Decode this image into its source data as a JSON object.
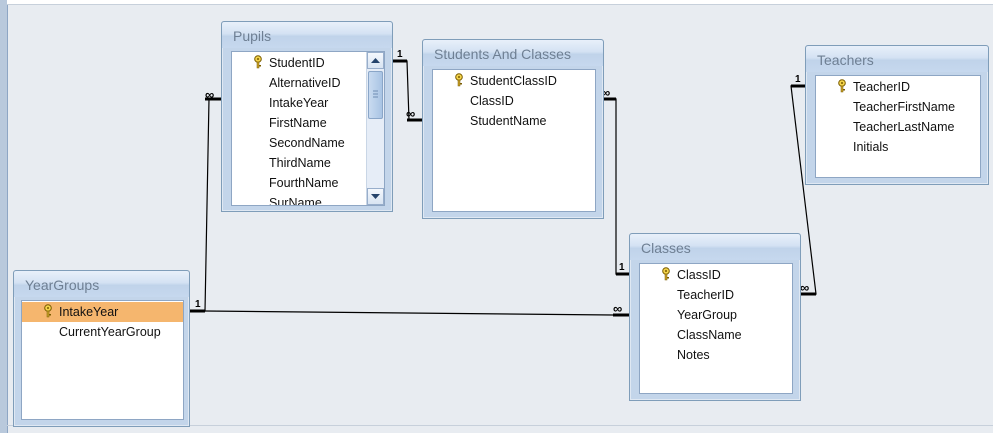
{
  "relationships_view": {
    "tables": {
      "pupils": {
        "title": "Pupils",
        "fields": [
          "StudentID",
          "AlternativeID",
          "IntakeYear",
          "FirstName",
          "SecondName",
          "ThirdName",
          "FourthName",
          "SurName"
        ],
        "key_field": "StudentID"
      },
      "students_and_classes": {
        "title": "Students And Classes",
        "fields": [
          "StudentClassID",
          "ClassID",
          "StudentName"
        ],
        "key_field": "StudentClassID"
      },
      "teachers": {
        "title": "Teachers",
        "fields": [
          "TeacherID",
          "TeacherFirstName",
          "TeacherLastName",
          "Initials"
        ],
        "key_field": "TeacherID"
      },
      "classes": {
        "title": "Classes",
        "fields": [
          "ClassID",
          "TeacherID",
          "YearGroup",
          "ClassName",
          "Notes"
        ],
        "key_field": "ClassID"
      },
      "yeargroups": {
        "title": "YearGroups",
        "fields": [
          "IntakeYear",
          "CurrentYearGroup"
        ],
        "key_field": "IntakeYear",
        "selected_field": "IntakeYear"
      }
    },
    "relationship_labels": {
      "one": "1",
      "many": "∞"
    },
    "colors": {
      "selection": "#f5b66e",
      "title_text": "#6e7f93",
      "line": "#000000"
    }
  }
}
